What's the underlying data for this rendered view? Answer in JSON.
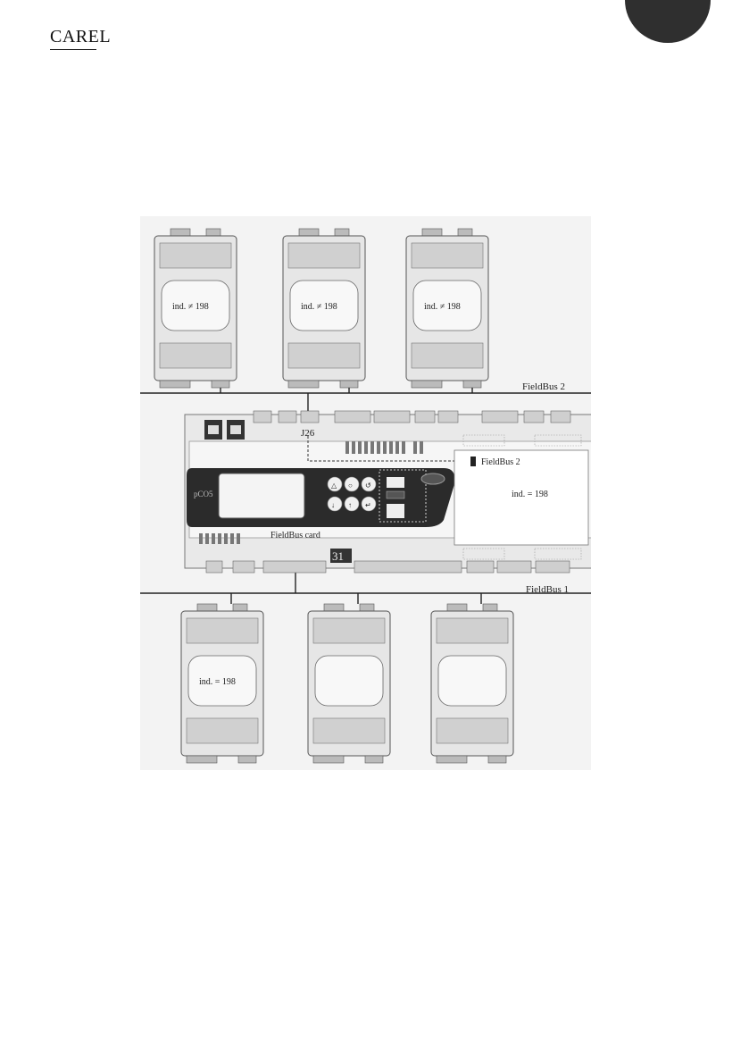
{
  "header": {
    "brand": "CAREL"
  },
  "diagram": {
    "fieldbus2_label": "FieldBus 2",
    "fieldbus1_label": "FieldBus 1",
    "j26_label": "J26",
    "fieldbus_card_label": "FieldBus card",
    "pco_brand": "pCO5",
    "display_digits": "31",
    "internal_fieldbus2_label": "FieldBus 2",
    "internal_address": "ind. = 198",
    "top_devices": [
      {
        "address": "ind. ≠ 198"
      },
      {
        "address": "ind. ≠ 198"
      },
      {
        "address": "ind. ≠ 198"
      }
    ],
    "bottom_devices": [
      {
        "address": "ind. = 198"
      },
      {
        "address": ""
      },
      {
        "address": ""
      }
    ]
  }
}
